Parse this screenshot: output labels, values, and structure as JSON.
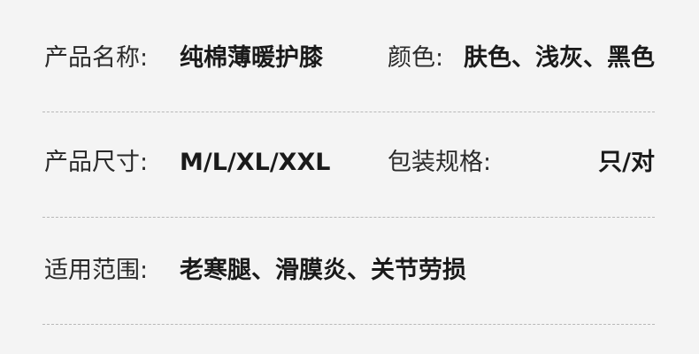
{
  "rows": [
    {
      "left_label": "产品名称:",
      "left_value": "纯棉薄暖护膝",
      "right_label": "颜色:",
      "right_value": "肤色、浅灰、黑色"
    },
    {
      "left_label": "产品尺寸:",
      "left_value": "M/L/XL/XXL",
      "right_label": "包装规格:",
      "right_value": "只/对"
    },
    {
      "left_label": "适用范围:",
      "left_value": "老寒腿、滑膜炎、关节劳损"
    }
  ]
}
